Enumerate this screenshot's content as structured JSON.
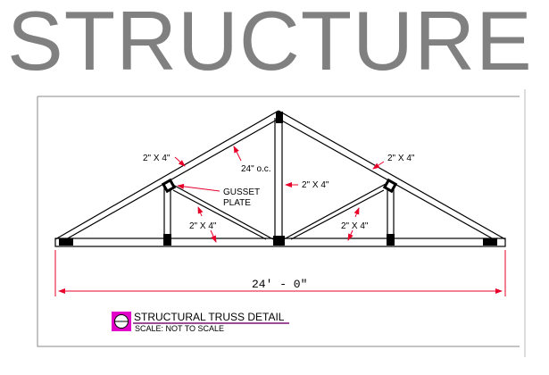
{
  "title": "STRUCTURE",
  "labels": {
    "top_chord_left": "2\" X 4\"",
    "top_chord_right": "2\" X 4\"",
    "spacing": "24\" o.c.",
    "king_post": "2\" X 4\"",
    "gusset_line1": "GUSSET",
    "gusset_line2": "PLATE",
    "web_left": "2\" X 4\"",
    "web_right": "2\" X 4\""
  },
  "dimension": {
    "span": "24' - 0\""
  },
  "title_block": {
    "title": "STRUCTURAL TRUSS DETAIL",
    "scale": "SCALE: NOT TO SCALE"
  },
  "colors": {
    "title_gray": "#808080",
    "arrow_red": "#e8002a",
    "title_marker": "#e000c8",
    "underline": "#7a1070",
    "frame": "#888888"
  }
}
